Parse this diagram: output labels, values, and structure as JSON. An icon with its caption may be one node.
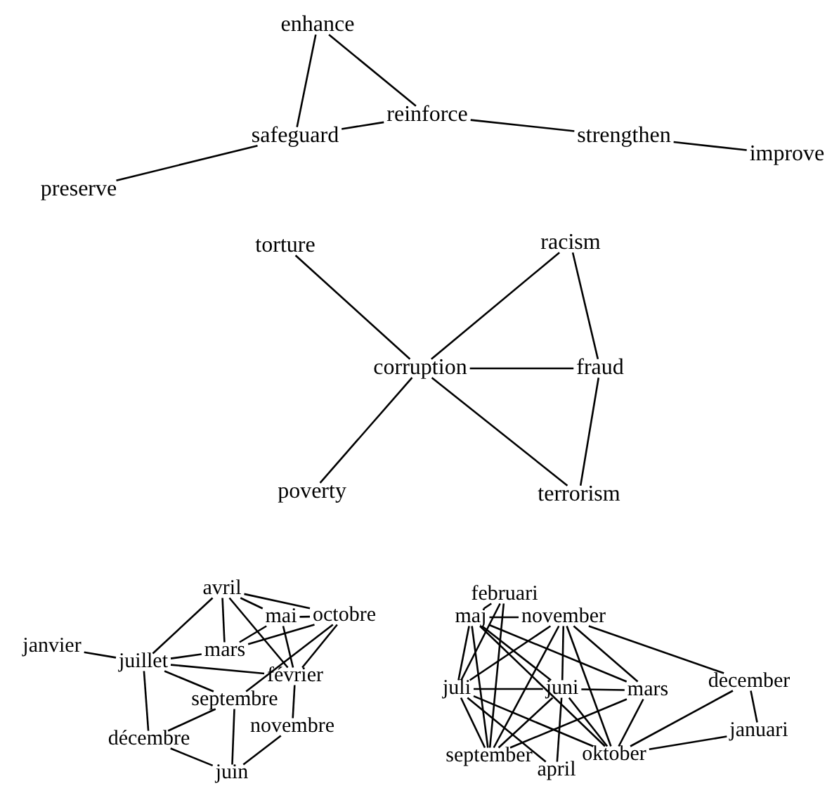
{
  "diagram": {
    "nodes": [
      {
        "text": [
          "enhance"
        ]
      },
      {
        "text": [
          "reinforce"
        ]
      },
      {
        "text": [
          "safeguard"
        ]
      },
      {
        "text": [
          "strengthen"
        ]
      },
      {
        "text": [
          "improve"
        ]
      },
      {
        "text": [
          "preserve"
        ]
      },
      {
        "text": [
          "torture"
        ]
      },
      {
        "text": [
          "racism"
        ]
      },
      {
        "text": [
          "corruption"
        ]
      },
      {
        "text": [
          "fraud"
        ]
      },
      {
        "text": [
          "poverty"
        ]
      },
      {
        "text": [
          "terrorism"
        ]
      },
      {
        "text": [
          "avril"
        ]
      },
      {
        "text": [
          "mai"
        ]
      },
      {
        "text": [
          "octobre"
        ]
      },
      {
        "text": [
          "janvier"
        ]
      },
      {
        "text": [
          "juillet"
        ]
      },
      {
        "text": [
          "mars"
        ]
      },
      {
        "text": [
          "février"
        ]
      },
      {
        "text": [
          "septembre"
        ]
      },
      {
        "text": [
          "novembre"
        ]
      },
      {
        "text": [
          "décembre"
        ]
      },
      {
        "text": [
          "juin"
        ]
      },
      {
        "text": [
          "februari"
        ]
      },
      {
        "text": [
          "maj"
        ]
      },
      {
        "text": [
          "november"
        ]
      },
      {
        "text": [
          "juli"
        ]
      },
      {
        "text": [
          "juni"
        ]
      },
      {
        "text": [
          "mars"
        ]
      },
      {
        "text": [
          "december"
        ]
      },
      {
        "text": [
          "januari"
        ]
      },
      {
        "text": [
          "september"
        ]
      },
      {
        "text": [
          "oktober"
        ]
      },
      {
        "text": [
          "april"
        ]
      }
    ],
    "edges": [
      {
        "from": 0,
        "to": 2,
        "arrow": "none"
      },
      {
        "from": 0,
        "to": 1,
        "arrow": "none"
      },
      {
        "from": 2,
        "to": 1,
        "arrow": "none"
      },
      {
        "from": 1,
        "to": 3,
        "arrow": "none"
      },
      {
        "from": 3,
        "to": 4,
        "arrow": "none"
      },
      {
        "from": 2,
        "to": 5,
        "arrow": "none"
      },
      {
        "from": 6,
        "to": 8,
        "arrow": "none"
      },
      {
        "from": 7,
        "to": 8,
        "arrow": "none"
      },
      {
        "from": 7,
        "to": 9,
        "arrow": "none"
      },
      {
        "from": 8,
        "to": 9,
        "arrow": "none"
      },
      {
        "from": 8,
        "to": 10,
        "arrow": "none"
      },
      {
        "from": 8,
        "to": 11,
        "arrow": "none"
      },
      {
        "from": 9,
        "to": 11,
        "arrow": "none"
      },
      {
        "from": 12,
        "to": 13,
        "arrow": "none"
      },
      {
        "from": 13,
        "to": 14,
        "arrow": "none"
      },
      {
        "from": 15,
        "to": 16,
        "arrow": "none"
      },
      {
        "from": 12,
        "to": 16,
        "arrow": "none"
      },
      {
        "from": 12,
        "to": 17,
        "arrow": "none"
      },
      {
        "from": 12,
        "to": 18,
        "arrow": "none"
      },
      {
        "from": 12,
        "to": 14,
        "arrow": "none"
      },
      {
        "from": 16,
        "to": 17,
        "arrow": "none"
      },
      {
        "from": 16,
        "to": 18,
        "arrow": "none"
      },
      {
        "from": 16,
        "to": 19,
        "arrow": "none"
      },
      {
        "from": 16,
        "to": 21,
        "arrow": "none"
      },
      {
        "from": 13,
        "to": 17,
        "arrow": "none"
      },
      {
        "from": 13,
        "to": 18,
        "arrow": "none"
      },
      {
        "from": 14,
        "to": 18,
        "arrow": "none"
      },
      {
        "from": 14,
        "to": 17,
        "arrow": "none"
      },
      {
        "from": 14,
        "to": 19,
        "arrow": "none"
      },
      {
        "from": 18,
        "to": 20,
        "arrow": "none"
      },
      {
        "from": 21,
        "to": 19,
        "arrow": "none"
      },
      {
        "from": 21,
        "to": 22,
        "arrow": "none"
      },
      {
        "from": 19,
        "to": 22,
        "arrow": "none"
      },
      {
        "from": 20,
        "to": 22,
        "arrow": "none"
      },
      {
        "from": 24,
        "to": 23,
        "arrow": "none"
      },
      {
        "from": 24,
        "to": 25,
        "arrow": "none"
      },
      {
        "from": 24,
        "to": 26,
        "arrow": "none"
      },
      {
        "from": 24,
        "to": 31,
        "arrow": "none"
      },
      {
        "from": 24,
        "to": 27,
        "arrow": "none"
      },
      {
        "from": 24,
        "to": 28,
        "arrow": "none"
      },
      {
        "from": 24,
        "to": 32,
        "arrow": "none"
      },
      {
        "from": 23,
        "to": 26,
        "arrow": "none"
      },
      {
        "from": 23,
        "to": 31,
        "arrow": "none"
      },
      {
        "from": 25,
        "to": 26,
        "arrow": "none"
      },
      {
        "from": 25,
        "to": 27,
        "arrow": "none"
      },
      {
        "from": 25,
        "to": 28,
        "arrow": "none"
      },
      {
        "from": 25,
        "to": 29,
        "arrow": "none"
      },
      {
        "from": 25,
        "to": 31,
        "arrow": "none"
      },
      {
        "from": 25,
        "to": 32,
        "arrow": "none"
      },
      {
        "from": 26,
        "to": 27,
        "arrow": "none"
      },
      {
        "from": 27,
        "to": 28,
        "arrow": "none"
      },
      {
        "from": 26,
        "to": 31,
        "arrow": "none"
      },
      {
        "from": 26,
        "to": 32,
        "arrow": "none"
      },
      {
        "from": 26,
        "to": 33,
        "arrow": "none"
      },
      {
        "from": 27,
        "to": 31,
        "arrow": "none"
      },
      {
        "from": 27,
        "to": 33,
        "arrow": "none"
      },
      {
        "from": 27,
        "to": 32,
        "arrow": "none"
      },
      {
        "from": 28,
        "to": 31,
        "arrow": "none"
      },
      {
        "from": 28,
        "to": 32,
        "arrow": "none"
      },
      {
        "from": 29,
        "to": 32,
        "arrow": "none"
      },
      {
        "from": 29,
        "to": 30,
        "arrow": "none"
      },
      {
        "from": 30,
        "to": 32,
        "arrow": "none"
      }
    ]
  }
}
